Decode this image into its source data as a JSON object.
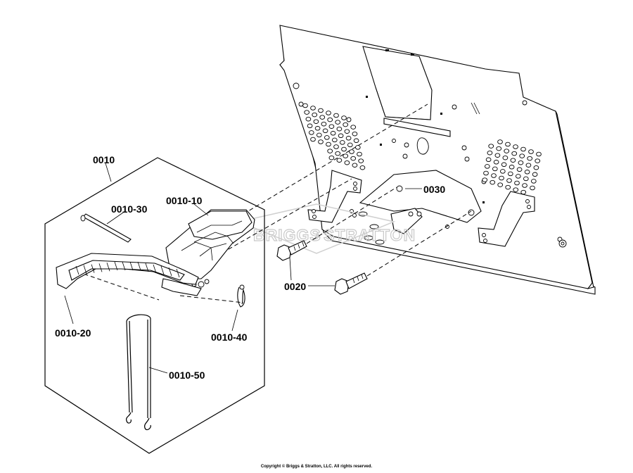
{
  "diagram": {
    "callouts": [
      {
        "id": "0010",
        "label": "0010"
      },
      {
        "id": "0010-10",
        "label": "0010-10"
      },
      {
        "id": "0010-30",
        "label": "0010-30"
      },
      {
        "id": "0010-20",
        "label": "0010-20"
      },
      {
        "id": "0010-40",
        "label": "0010-40"
      },
      {
        "id": "0010-50",
        "label": "0010-50"
      },
      {
        "id": "0020",
        "label": "0020"
      },
      {
        "id": "0030",
        "label": "0030"
      }
    ],
    "watermark": {
      "left": "BRIGGS",
      "joiner": "&",
      "right": "STRATTON"
    },
    "copyright": "Copyright © Briggs & Stratton, LLC. All rights reserved."
  }
}
